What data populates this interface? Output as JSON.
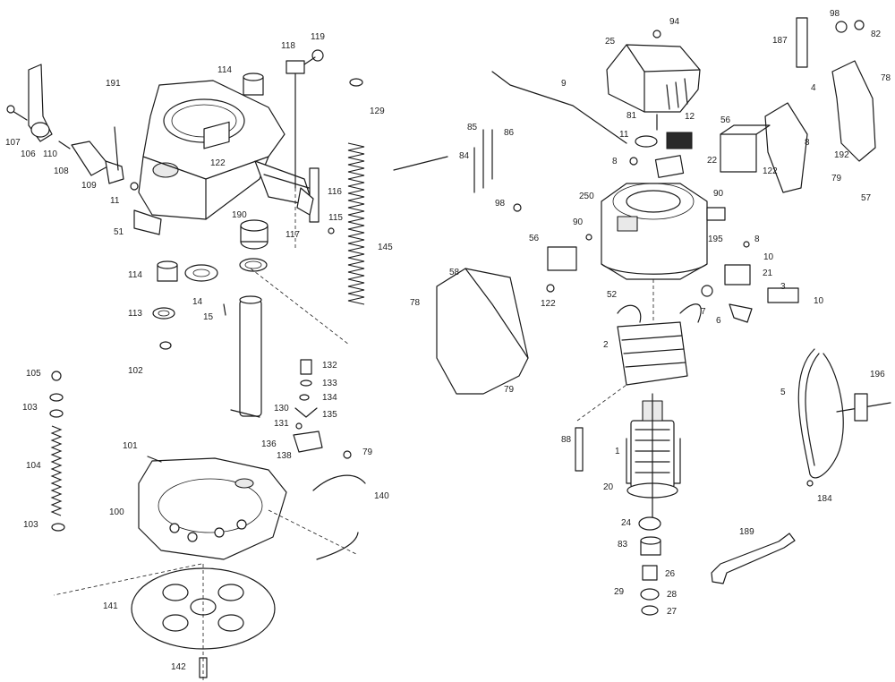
{
  "diagram": {
    "labels": [
      "191",
      "114",
      "118",
      "119",
      "129",
      "107",
      "106",
      "110",
      "108",
      "109",
      "11",
      "122",
      "190",
      "116",
      "117",
      "115",
      "51",
      "145",
      "114",
      "14",
      "15",
      "113",
      "102",
      "132",
      "133",
      "134",
      "130",
      "135",
      "131",
      "105",
      "103",
      "104",
      "103",
      "101",
      "136",
      "138",
      "79",
      "140",
      "100",
      "141",
      "142",
      "94",
      "25",
      "187",
      "98",
      "82",
      "78",
      "9",
      "81",
      "12",
      "56",
      "85",
      "86",
      "84",
      "11",
      "8",
      "22",
      "90",
      "122",
      "79",
      "192",
      "57",
      "98",
      "250",
      "90",
      "195",
      "8",
      "56",
      "58",
      "78",
      "122",
      "10",
      "21",
      "52",
      "3",
      "7",
      "6",
      "10",
      "2",
      "79",
      "5",
      "196",
      "88",
      "1",
      "20",
      "184",
      "24",
      "83",
      "189",
      "26",
      "29",
      "28",
      "27",
      "4",
      "8"
    ]
  }
}
